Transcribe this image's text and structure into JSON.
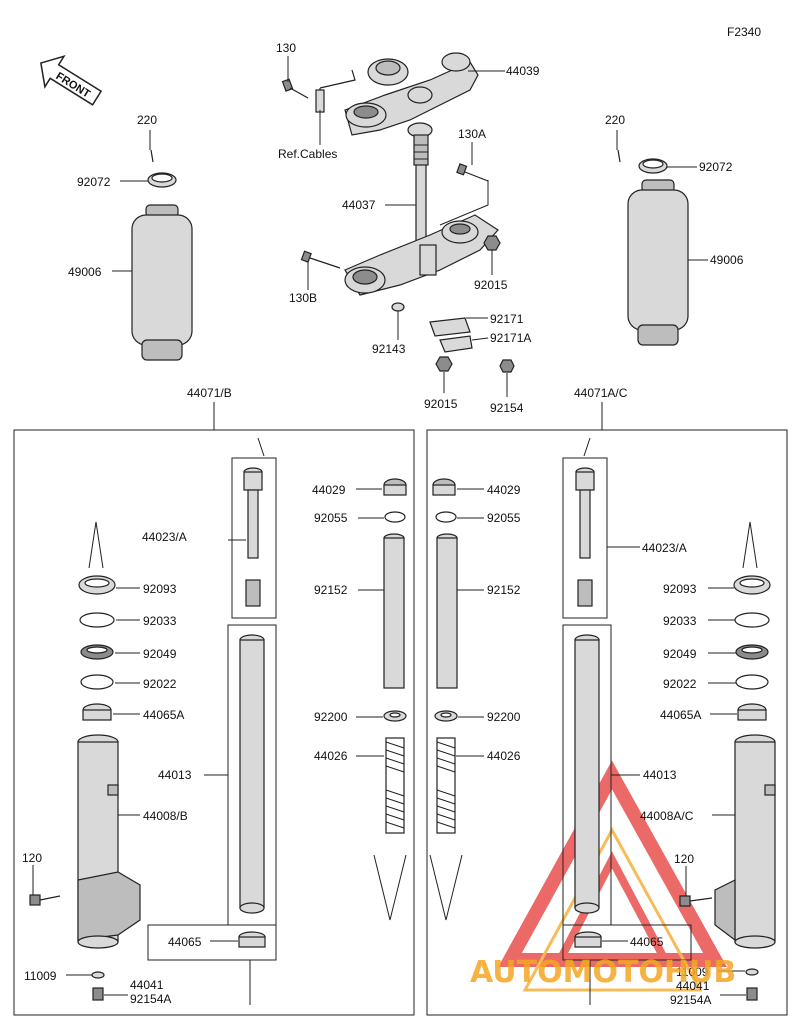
{
  "diagram": {
    "code": "F2340",
    "front_label": "FRONT",
    "ref_cables_label": "Ref.Cables",
    "watermark": {
      "text": "AUTOMOTOHUB",
      "color_red": "#e53935",
      "color_orange": "#f5a623"
    },
    "labels": {
      "p130": "130",
      "p44039": "44039",
      "p130a": "130A",
      "p44037": "44037",
      "p130b": "130B",
      "p92015a": "92015",
      "p92171": "92171",
      "p92171a": "92171A",
      "p92143": "92143",
      "p92015b": "92015",
      "p92154": "92154",
      "l220": "220",
      "l92072": "92072",
      "l49006": "49006",
      "r220": "220",
      "r92072": "92072",
      "r49006": "49006",
      "lhead": "44071/B",
      "rhead": "44071A/C",
      "l44029": "44029",
      "l92055": "92055",
      "l92152": "92152",
      "l92200": "92200",
      "l44026": "44026",
      "r44029": "44029",
      "r92055": "92055",
      "r92152": "92152",
      "r92200": "92200",
      "r44026": "44026",
      "l44023": "44023/A",
      "r44023": "44023/A",
      "l92093": "92093",
      "l92033": "92033",
      "l92049": "92049",
      "l92022": "92022",
      "l44065a": "44065A",
      "r92093": "92093",
      "r92033": "92033",
      "r92049": "92049",
      "r92022": "92022",
      "r44065a": "44065A",
      "l44013": "44013",
      "r44013": "44013",
      "l44008": "44008/B",
      "r44008": "44008A/C",
      "l120": "120",
      "r120": "120",
      "l44065": "44065",
      "r44065": "44065",
      "l11009": "11009",
      "l44041": "44041",
      "l92154a": "92154A",
      "r11009": "11009",
      "r44041": "44041",
      "r92154a": "92154A"
    }
  }
}
